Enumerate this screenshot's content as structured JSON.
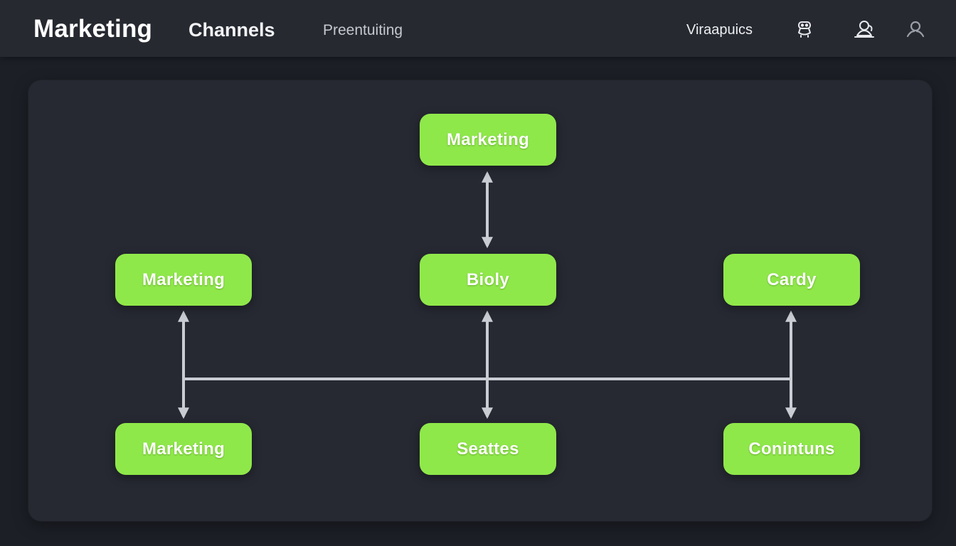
{
  "header": {
    "brand": "Marketing",
    "nav_primary": "Channels",
    "nav_secondary": "Preentuiting",
    "nav_right": "Viraapuics",
    "icons": [
      "robot-icon",
      "user-cloud-icon",
      "user-icon"
    ]
  },
  "diagram": {
    "nodes": [
      {
        "id": "top",
        "label": "Marketing"
      },
      {
        "id": "mid-left",
        "label": "Marketing"
      },
      {
        "id": "mid-center",
        "label": "Bioly"
      },
      {
        "id": "mid-right",
        "label": "Cardy"
      },
      {
        "id": "bottom-left",
        "label": "Marketing"
      },
      {
        "id": "bottom-center",
        "label": "Seattes"
      },
      {
        "id": "bottom-right",
        "label": "Conintuns"
      }
    ],
    "connections": [
      {
        "from": "top",
        "to": "mid-center",
        "type": "bidirectional"
      },
      {
        "from": "mid-left",
        "to": "bottom-left",
        "type": "bidirectional"
      },
      {
        "from": "mid-center",
        "to": "bottom-center",
        "type": "bidirectional"
      },
      {
        "from": "mid-right",
        "to": "bottom-right",
        "type": "bidirectional"
      },
      {
        "from": "mid-left",
        "to": "mid-right",
        "type": "line"
      }
    ]
  },
  "colors": {
    "background": "#1c1f26",
    "header": "#262930",
    "panel": "#262932",
    "node_fill": "#8fe84a",
    "connector": "#c9ccd3",
    "text": "#ffffff"
  }
}
